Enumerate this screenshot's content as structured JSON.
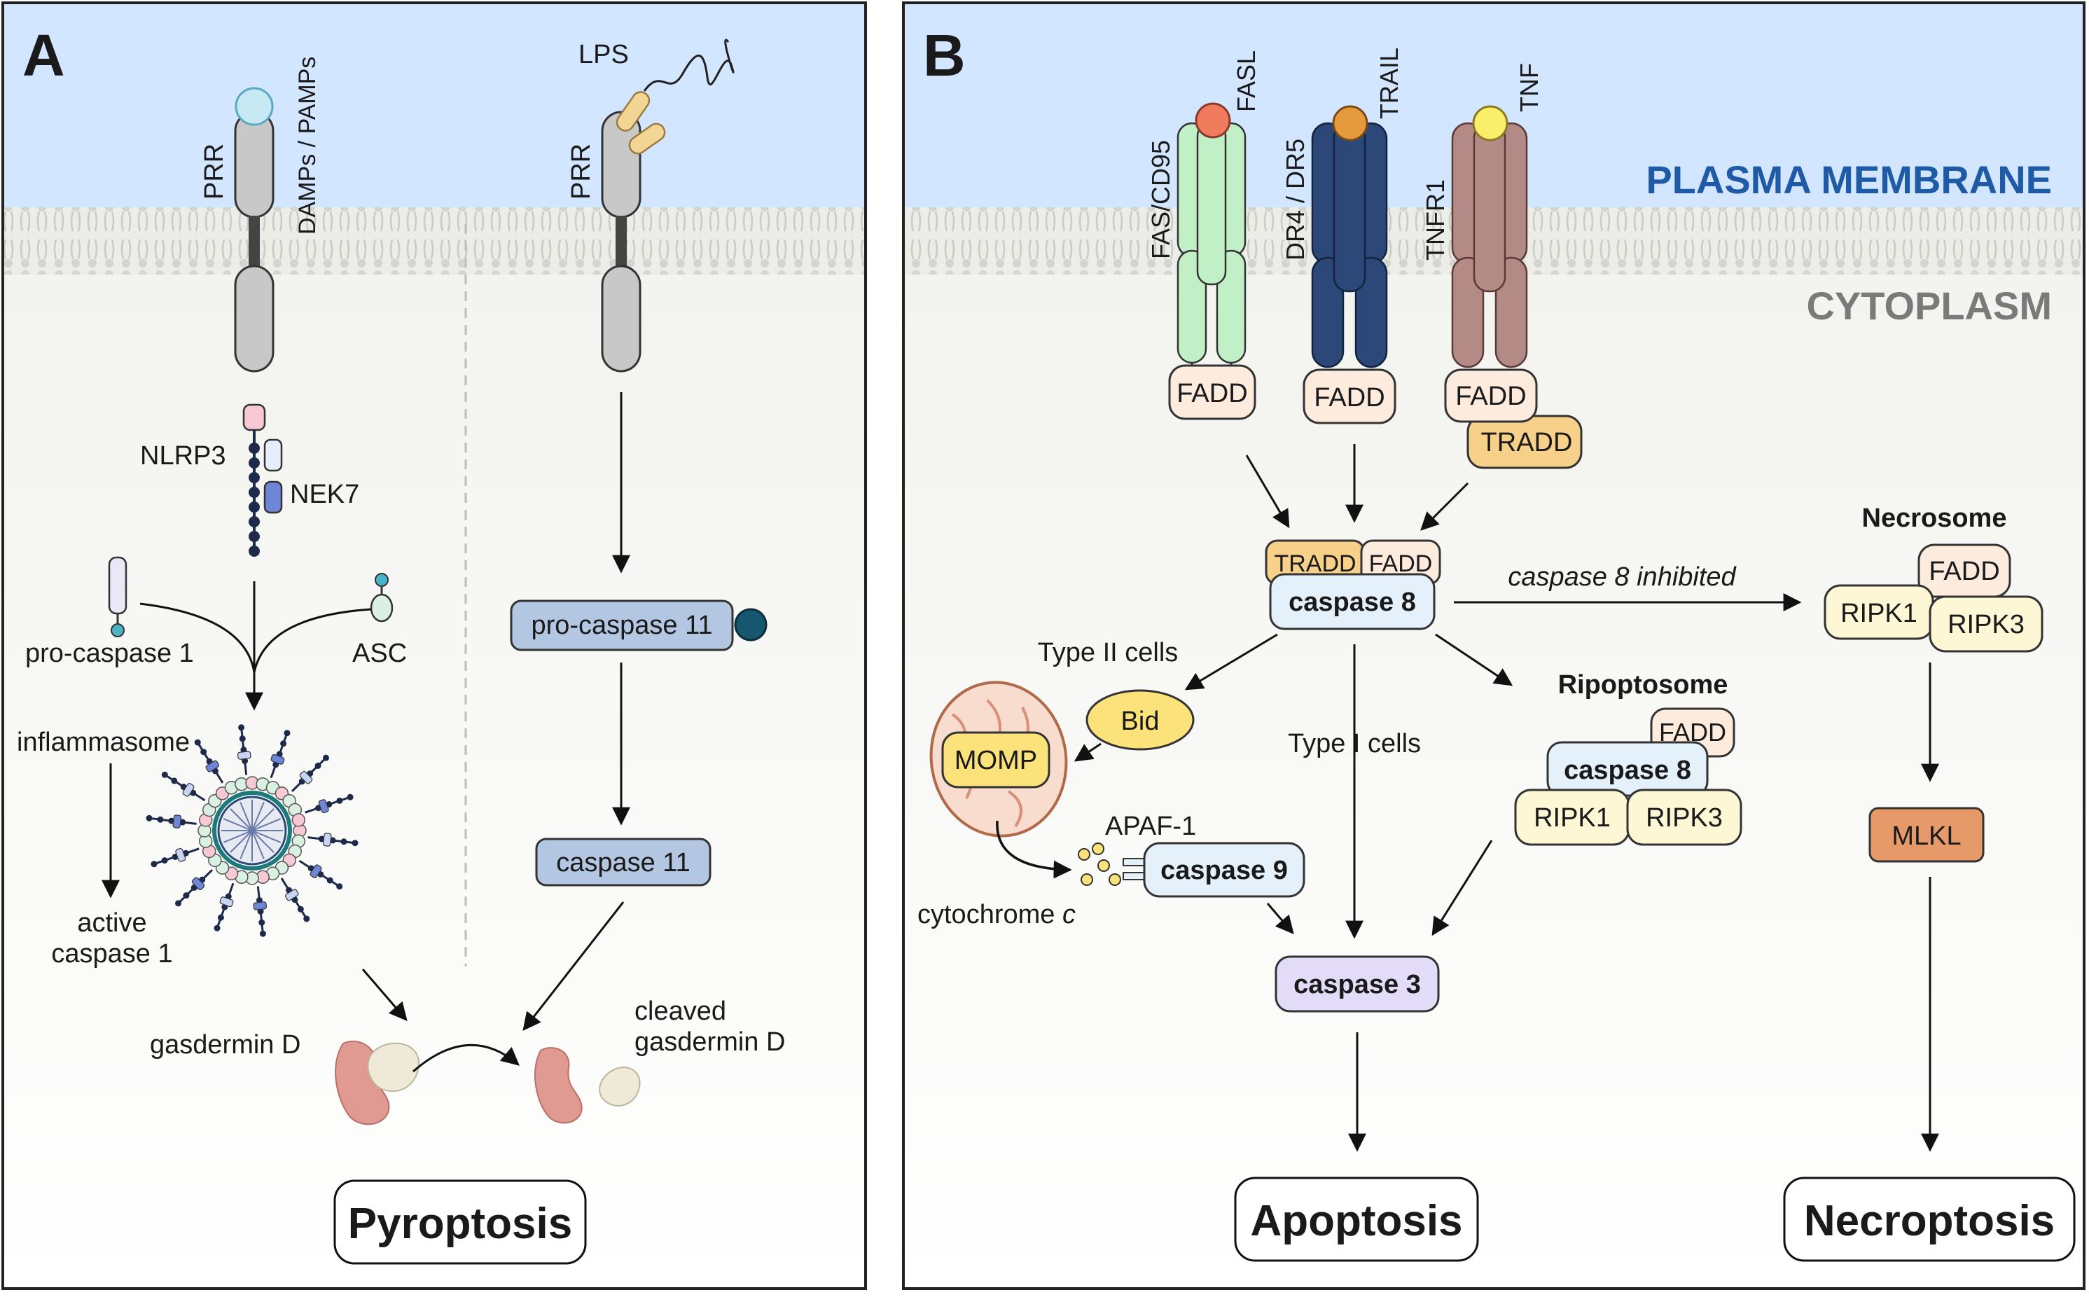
{
  "colors": {
    "extracellular": "#d3e6ff",
    "membrane_stripe": "#cfcfcb",
    "cytoplasm": "#f4f4f0",
    "region_blue": "#1f5aa6",
    "region_gray": "#7a7a7a",
    "receptor_gray": "#c8c8c8",
    "fas_green": "#c2f0c6",
    "dr_blue": "#2c4878",
    "tnfr_rose": "#b48a86",
    "fadd_fill": "#fdebdd",
    "tradd_fill": "#f7d08a",
    "caspase8_fill": "#e4f1fb",
    "caspase_blue": "#b4c7e2",
    "caspase3_fill": "#e3dcf8",
    "ripk_fill": "#fdf7d6",
    "mlkl_fill": "#e69a6a",
    "bid_fill": "#fbe27a",
    "gasdermin_red": "#e09a92",
    "gasdermin_cream": "#efead8"
  },
  "panel_a": {
    "letter": "A",
    "prr_left": "PRR",
    "damps": "DAMPs / PAMPs",
    "lps": "LPS",
    "prr_right": "PRR",
    "nlrp3": "NLRP3",
    "nek7": "NEK7",
    "pro_caspase_1": "pro-caspase 1",
    "asc": "ASC",
    "inflammasome": "inflammasome",
    "active_caspase_1_line1": "active",
    "active_caspase_1_line2": "caspase 1",
    "pro_caspase_11": "pro-caspase 11",
    "caspase_11": "caspase 11",
    "gasdermin_d": "gasdermin D",
    "cleaved_gasdermin_line1": "cleaved",
    "cleaved_gasdermin_line2": "gasdermin D",
    "outcome": "Pyroptosis"
  },
  "panel_b": {
    "letter": "B",
    "plasma_membrane": "PLASMA MEMBRANE",
    "cytoplasm": "CYTOPLASM",
    "fas": "FAS/CD95",
    "fasl": "FASL",
    "dr": "DR4 / DR5",
    "trail": "TRAIL",
    "tnfr1": "TNFR1",
    "tnf": "TNF",
    "fadd_1": "FADD",
    "fadd_2": "FADD",
    "fadd_3": "FADD",
    "tradd_1": "TRADD",
    "disc_tradd": "TRADD",
    "disc_fadd": "FADD",
    "caspase_8": "caspase 8",
    "caspase_8_inhibited": "caspase 8 inhibited",
    "necrosome": "Necrosome",
    "necro_fadd": "FADD",
    "necro_ripk1": "RIPK1",
    "necro_ripk3": "RIPK3",
    "mlkl": "MLKL",
    "type_ii_cells": "Type II cells",
    "bid": "Bid",
    "momp": "MOMP",
    "type_i_cells": "Type I cells",
    "ripoptosome": "Ripoptosome",
    "ripo_fadd": "FADD",
    "ripo_caspase_8": "caspase 8",
    "ripo_ripk1": "RIPK1",
    "ripo_ripk3": "RIPK3",
    "apaf1": "APAF-1",
    "caspase_9": "caspase 9",
    "cytochrome": "cytochrome ",
    "cytochrome_c": "c",
    "caspase_3": "caspase 3",
    "outcome_apoptosis": "Apoptosis",
    "outcome_necroptosis": "Necroptosis"
  }
}
